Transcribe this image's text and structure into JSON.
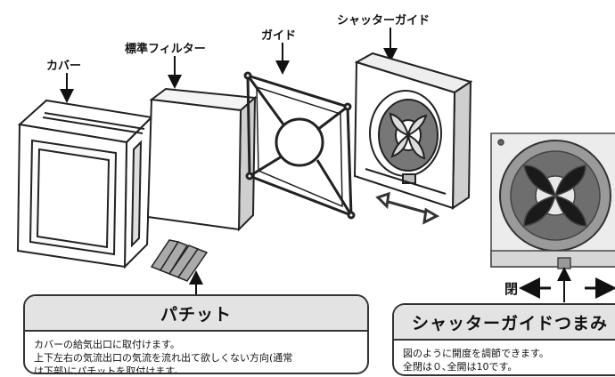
{
  "labels": {
    "cover": "カバー",
    "standard_filter": "標準フィルター",
    "guide": "ガイド",
    "shutter_guide": "シャッターガイド"
  },
  "pachitto_box": {
    "title": "パチット",
    "line1": "カバーの給気出口に取付けます。",
    "line2": "上下左右の気流出口の気流を流れ出て欲しくない方向(通常",
    "line3": "は下部)にパチットを取付けます。"
  },
  "knob_box": {
    "title": "シャッターガイドつまみ",
    "line1": "図のように開度を調節できます。",
    "line2": "全閉は０､全開は10です。"
  },
  "direction": {
    "close": "閉"
  }
}
